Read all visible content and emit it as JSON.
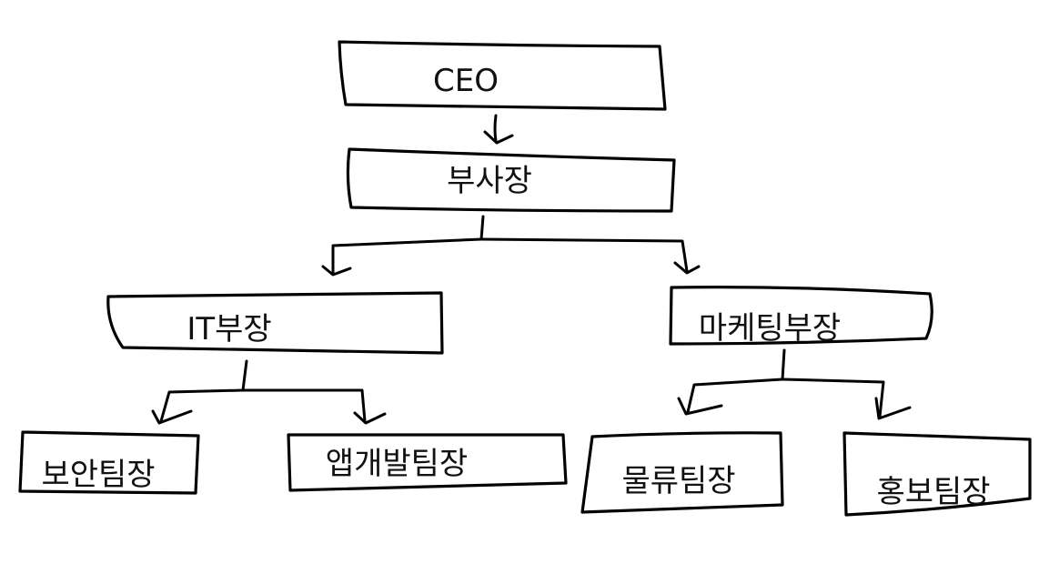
{
  "diagram": {
    "nodes": {
      "ceo": {
        "label": "CEO"
      },
      "vice_president": {
        "label": "부사장"
      },
      "it_director": {
        "label": "IT부장"
      },
      "marketing_director": {
        "label": "마케팅부장"
      },
      "security_lead": {
        "label": "보안팀장"
      },
      "app_dev_lead": {
        "label": "앱개발팀장"
      },
      "logistics_lead": {
        "label": "물류팀장"
      },
      "pr_lead": {
        "label": "홍보팀장"
      }
    },
    "edges": [
      {
        "from": "ceo",
        "to": "vice_president"
      },
      {
        "from": "vice_president",
        "to": "it_director"
      },
      {
        "from": "vice_president",
        "to": "marketing_director"
      },
      {
        "from": "it_director",
        "to": "security_lead"
      },
      {
        "from": "it_director",
        "to": "app_dev_lead"
      },
      {
        "from": "marketing_director",
        "to": "logistics_lead"
      },
      {
        "from": "marketing_director",
        "to": "pr_lead"
      }
    ],
    "colors": {
      "stroke": "#000000",
      "text": "#111111",
      "background": "#ffffff"
    }
  }
}
